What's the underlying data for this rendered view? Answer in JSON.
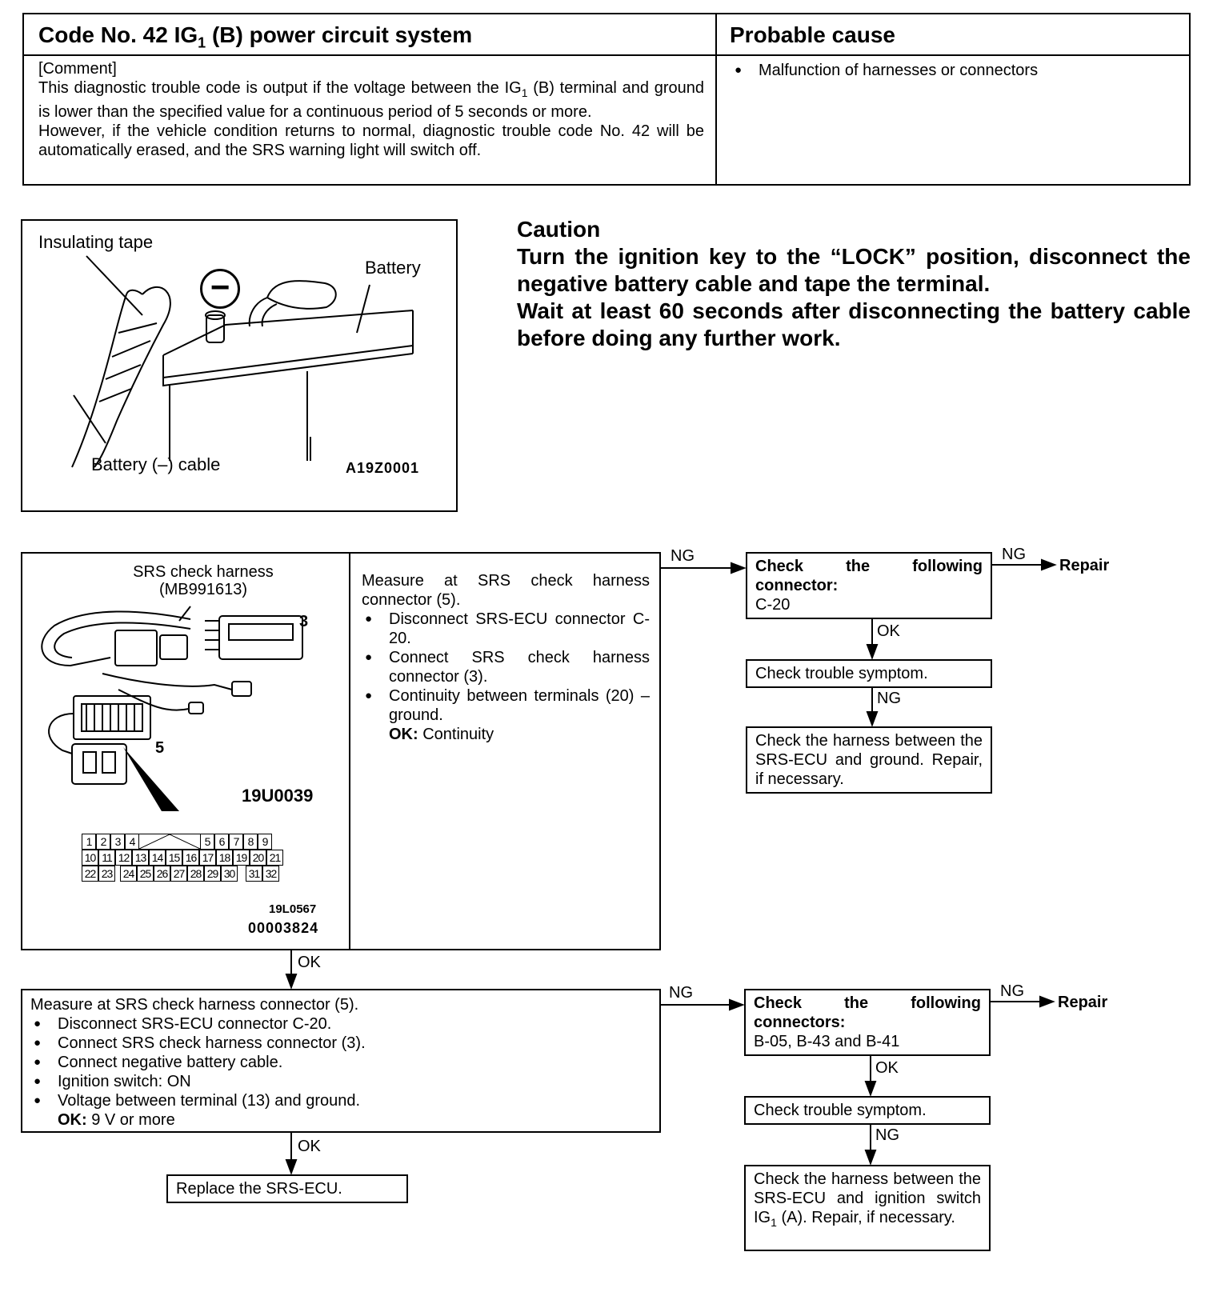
{
  "header_table": {
    "title_prefix": "Code No. 42 IG",
    "title_sub": "1",
    "title_suffix": " (B) power circuit system",
    "cause_heading": "Probable cause",
    "comment_label": "[Comment]",
    "comment_p1_a": "This diagnostic trouble code is output if the voltage between the IG",
    "comment_p1_sub": "1",
    "comment_p1_b": " (B) terminal and ground is lower than the specified value for a continuous period of 5 seconds or more.",
    "comment_p2": "However, if the vehicle condition returns to normal, diagnostic trouble code No. 42 will be automatically erased, and the SRS warning light will switch off.",
    "causes": [
      "Malfunction of  harnesses or connectors"
    ]
  },
  "battery_figure": {
    "label_tape": "Insulating tape",
    "label_battery": "Battery",
    "label_cable": "Battery (–) cable",
    "code": "A19Z0001",
    "minus_symbol": "−"
  },
  "caution": {
    "heading": "Caution",
    "lines": [
      "Turn the ignition key to the “LOCK” position, disconnect the negative battery cable and tape the terminal.",
      "Wait at least 60 seconds after disconnecting the battery cable before doing any further work."
    ]
  },
  "harness_figure": {
    "title_1": "SRS check harness",
    "title_2": "(MB991613)",
    "label_3": "3",
    "label_5": "5",
    "code_1": "19U0039",
    "code_2": "19L0567",
    "code_3": "00003824",
    "pins_row1": [
      "1",
      "2",
      "3",
      "4",
      "5",
      "6",
      "7",
      "8",
      "9"
    ],
    "pins_row2": [
      "10",
      "11",
      "12",
      "13",
      "14",
      "15",
      "16",
      "17",
      "18",
      "19",
      "20",
      "21"
    ],
    "pins_row3": [
      "22",
      "23",
      "24",
      "25",
      "26",
      "27",
      "28",
      "29",
      "30",
      "31",
      "32"
    ]
  },
  "step1": {
    "intro": "Measure at SRS check harness connector (5).",
    "items": [
      "Disconnect SRS-ECU connector C-20.",
      "Connect SRS check harness connector (3).",
      "Continuity between terminals (20) – ground."
    ],
    "ok_label": "OK:",
    "ok_value": " Continuity"
  },
  "step1_ng": {
    "check_line1": "Check the following connector:",
    "check_line2": "C-20",
    "symptom": "Check trouble symptom.",
    "harness": "Check the harness between the SRS-ECU and ground. Repair, if necessary."
  },
  "step2": {
    "intro": "Measure at SRS check harness connector (5).",
    "items": [
      "Disconnect SRS-ECU connector C-20.",
      "Connect SRS check harness connector (3).",
      "Connect negative battery cable.",
      "Ignition switch: ON",
      "Voltage between terminal (13) and ground."
    ],
    "ok_label": "OK:",
    "ok_value": " 9 V or more"
  },
  "step2_ng": {
    "check_line1": "Check the following connectors:",
    "check_line2": "B-05, B-43 and B-41",
    "symptom": "Check trouble symptom.",
    "harness_a": "Check the harness between the SRS-ECU and ignition switch IG",
    "harness_sub": "1",
    "harness_b": " (A). Repair, if necessary."
  },
  "replace": "Replace the SRS-ECU.",
  "flow_labels": {
    "ng": "NG",
    "ok": "OK",
    "repair": "Repair"
  }
}
